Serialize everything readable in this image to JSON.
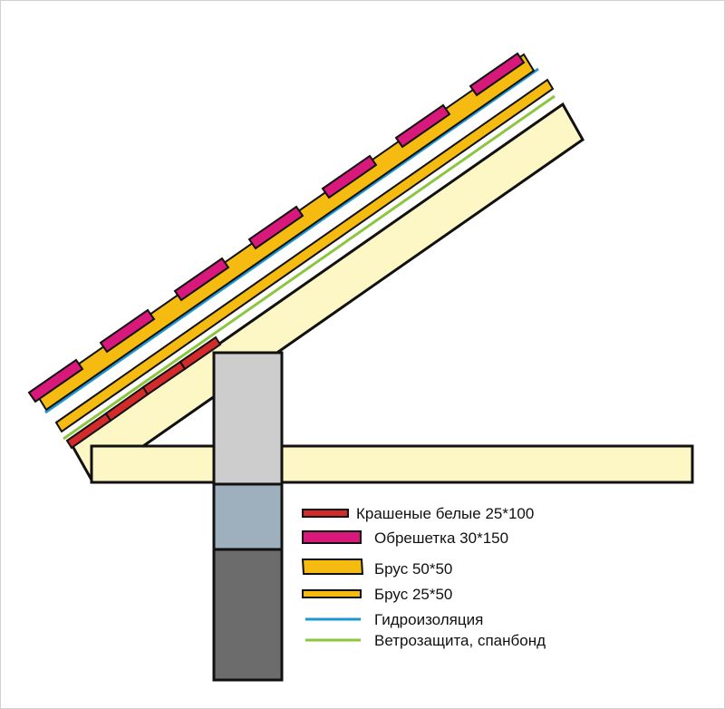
{
  "colors": {
    "rafter_fill": "#fdf7c6",
    "outline": "#111111",
    "painted_board": "#d32b2b",
    "lathing": "#d9187c",
    "beam_50": "#f5bb10",
    "beam_25": "#f5bb10",
    "waterproofing": "#1c97d6",
    "wind_barrier": "#8cc63f",
    "wall_upper": "#cdcdcd",
    "wall_middle": "#9eb0bd",
    "wall_lower": "#6c6c6c"
  },
  "legend": {
    "items": [
      {
        "label": "Крашеные белые 25*100",
        "swatch": "painted-board"
      },
      {
        "label": "Обрешетка 30*150",
        "swatch": "lathing"
      },
      {
        "label": "Брус 50*50",
        "swatch": "beam-50"
      },
      {
        "label": "Брус 25*50",
        "swatch": "beam-25"
      },
      {
        "label": "Гидроизоляция",
        "swatch": "waterproofing-line"
      },
      {
        "label": "Ветрозащита, спанбонд",
        "swatch": "wind-barrier-line"
      }
    ]
  }
}
